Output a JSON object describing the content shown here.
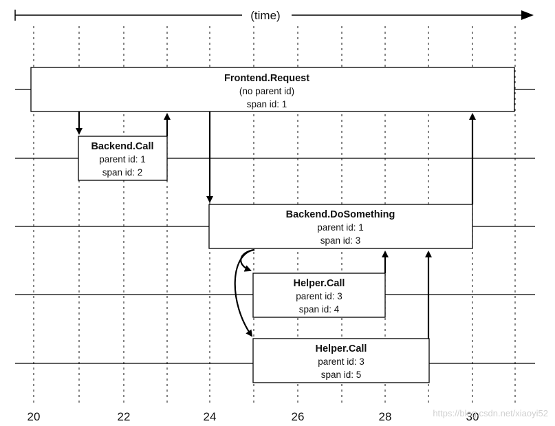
{
  "header": {
    "time_label": "(time)"
  },
  "axis": {
    "ticks": [
      "20",
      "22",
      "24",
      "26",
      "28",
      "30"
    ]
  },
  "spans": [
    {
      "id": "frontend-request",
      "title": "Frontend.Request",
      "line1": "(no parent id)",
      "line2": "span id: 1"
    },
    {
      "id": "backend-call",
      "title": "Backend.Call",
      "line1": "parent id: 1",
      "line2": "span id: 2"
    },
    {
      "id": "backend-dosomething",
      "title": "Backend.DoSomething",
      "line1": "parent id: 1",
      "line2": "span id: 3"
    },
    {
      "id": "helper-call-4",
      "title": "Helper.Call",
      "line1": "parent id: 3",
      "line2": "span id: 4"
    },
    {
      "id": "helper-call-5",
      "title": "Helper.Call",
      "line1": "parent id: 3",
      "line2": "span id: 5"
    }
  ],
  "watermark": "https://blog.csdn.net/xiaoyi52"
}
